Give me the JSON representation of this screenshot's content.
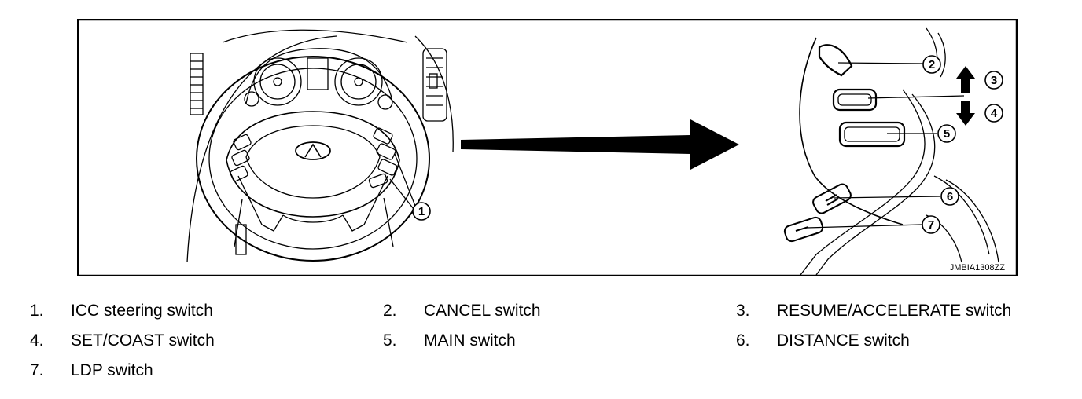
{
  "figure": {
    "code": "JMBIA1308ZZ",
    "callouts": [
      "1",
      "2",
      "3",
      "4",
      "5",
      "6",
      "7"
    ]
  },
  "legend": [
    {
      "num": "1.",
      "label": "ICC steering switch"
    },
    {
      "num": "2.",
      "label": "CANCEL switch"
    },
    {
      "num": "3.",
      "label": "RESUME/ACCELERATE switch"
    },
    {
      "num": "4.",
      "label": "SET/COAST switch"
    },
    {
      "num": "5.",
      "label": "MAIN switch"
    },
    {
      "num": "6.",
      "label": "DISTANCE switch"
    },
    {
      "num": "7.",
      "label": "LDP switch"
    }
  ]
}
